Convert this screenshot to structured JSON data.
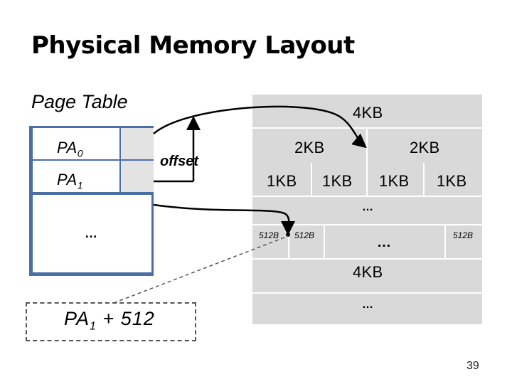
{
  "title": "Physical Memory Layout",
  "page_table": {
    "title": "Page Table",
    "rows": [
      {
        "label": "PA",
        "sub": "0"
      },
      {
        "label": "PA",
        "sub": "1"
      }
    ],
    "ellipsis": "…"
  },
  "offset_label": "offset",
  "memory": {
    "top_label": "4KB",
    "halves": [
      "2KB",
      "2KB"
    ],
    "quarters": [
      "1KB",
      "1KB",
      "1KB",
      "1KB"
    ],
    "row_dots": "…",
    "small_blocks": [
      "512B",
      "512B",
      "512B"
    ],
    "mid_dots": "…",
    "second_label": "4KB",
    "bottom_dots": "…"
  },
  "address_box": {
    "base": "PA",
    "sub": "1",
    "suffix": " + 512"
  },
  "page_number": "39",
  "colors": {
    "table_border": "#4a6fa5",
    "memory_fill": "#d9d9d9",
    "cell_fill": "#e3e3e3"
  }
}
